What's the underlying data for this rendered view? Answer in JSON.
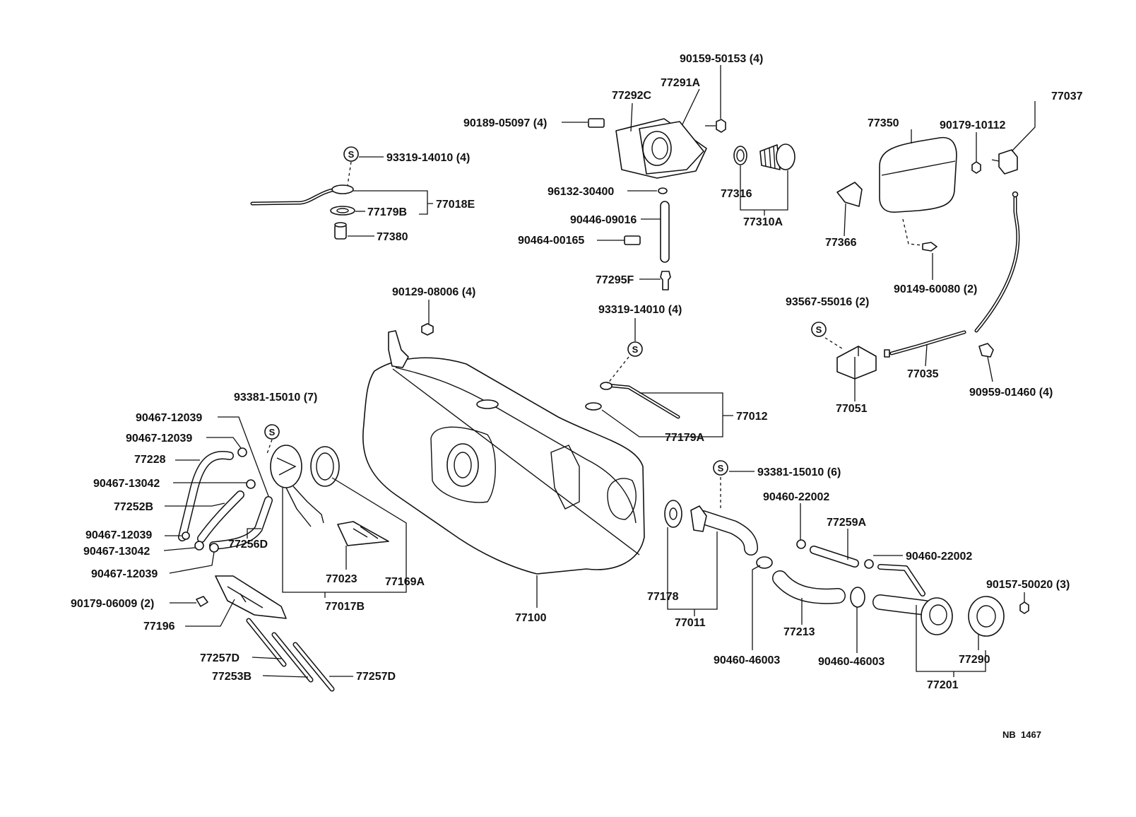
{
  "diagram": {
    "labels": [
      "90159-50153 (4)",
      "77291A",
      "77292C",
      "90189-05097 (4)",
      "77037",
      "77350",
      "90179-10112",
      "93319-14010 (4)",
      "77018E",
      "77179B",
      "77380",
      "96132-30400",
      "77316",
      "90446-09016",
      "77310A",
      "77366",
      "90464-00165",
      "77295F",
      "90149-60080 (2)",
      "90129-08006 (4)",
      "93319-14010 (4)",
      "93567-55016 (2)",
      "77035",
      "90959-01460 (4)",
      "93381-15010 (7)",
      "77051",
      "90467-12039",
      "77012",
      "90467-12039",
      "77179A",
      "77228",
      "93381-15010 (6)",
      "90467-13042",
      "90460-22002",
      "77252B",
      "77259A",
      "90467-12039",
      "77256D",
      "90467-13042",
      "90460-22002",
      "90467-12039",
      "77023",
      "77169A",
      "90157-50020 (3)",
      "77178",
      "77017B",
      "90179-06009 (2)",
      "77100",
      "77011",
      "77196",
      "77213",
      "90460-46003",
      "90460-46003",
      "77290",
      "77257D",
      "77253B",
      "77257D",
      "77201"
    ],
    "symbol_s": "S",
    "footer_code": "NB  1467"
  }
}
